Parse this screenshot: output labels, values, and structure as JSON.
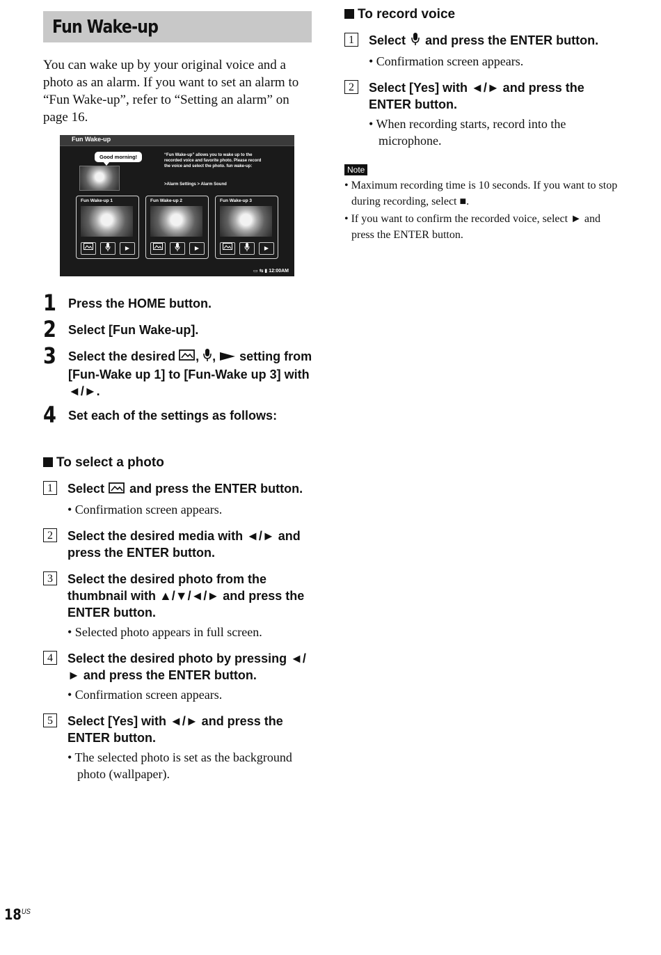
{
  "title": "Fun Wake-up",
  "intro": "You can wake up by your original voice and a photo as an alarm. If you want to set an alarm to “Fun Wake-up”, refer to “Setting an alarm” on page 16.",
  "screenshot": {
    "header": "Fun Wake-up",
    "bubble": "Good morning!",
    "description": "“Fun Wake-up” allows you to wake up to the recorded voice and favorite photo. Please record the voice and select the photo. fun wake-up:",
    "path": ">Alarm Settings > Alarm Sound",
    "cards": [
      "Fun Wake-up 1",
      "Fun Wake-up 2",
      "Fun Wake-up 3"
    ],
    "status_time": "12:00AM"
  },
  "steps": [
    {
      "num": "1",
      "text": "Press the HOME button."
    },
    {
      "num": "2",
      "text": "Select [Fun Wake-up]."
    },
    {
      "num": "3",
      "text_a": "Select the desired",
      "text_b": "setting from [Fun-Wake up 1] to [Fun-Wake up 3] with ◄/►."
    },
    {
      "num": "4",
      "text": "Set each of the settings as follows:"
    }
  ],
  "photo_section": {
    "heading": "To select a photo",
    "items": [
      {
        "num": "1",
        "text_a": "Select",
        "text_b": "and press the ENTER button.",
        "note": "• Confirmation screen appears."
      },
      {
        "num": "2",
        "text": "Select the desired media with ◄/► and press the ENTER button."
      },
      {
        "num": "3",
        "text": "Select the desired photo from the thumbnail with ▲/▼/◄/► and press the ENTER button.",
        "note": "• Selected photo appears in full screen."
      },
      {
        "num": "4",
        "text": "Select the desired photo by pressing ◄/► and press the ENTER button.",
        "note": "• Confirmation screen appears."
      },
      {
        "num": "5",
        "text": "Select [Yes] with ◄/► and press the ENTER button.",
        "note": "• The selected photo is set as the background photo (wallpaper)."
      }
    ]
  },
  "voice_section": {
    "heading": "To record voice",
    "items": [
      {
        "num": "1",
        "text_a": "Select",
        "text_b": "and press the ENTER button.",
        "note": "• Confirmation screen appears."
      },
      {
        "num": "2",
        "text": "Select [Yes] with ◄/► and press the ENTER button.",
        "note": "• When recording starts, record into the microphone."
      }
    ]
  },
  "note": {
    "label": "Note",
    "items": [
      "• Maximum recording time is 10 seconds. If you want to stop during recording, select ■.",
      "• If you want to confirm the recorded voice, select ► and press the ENTER button."
    ]
  },
  "page": {
    "number": "18",
    "suffix": "US"
  }
}
